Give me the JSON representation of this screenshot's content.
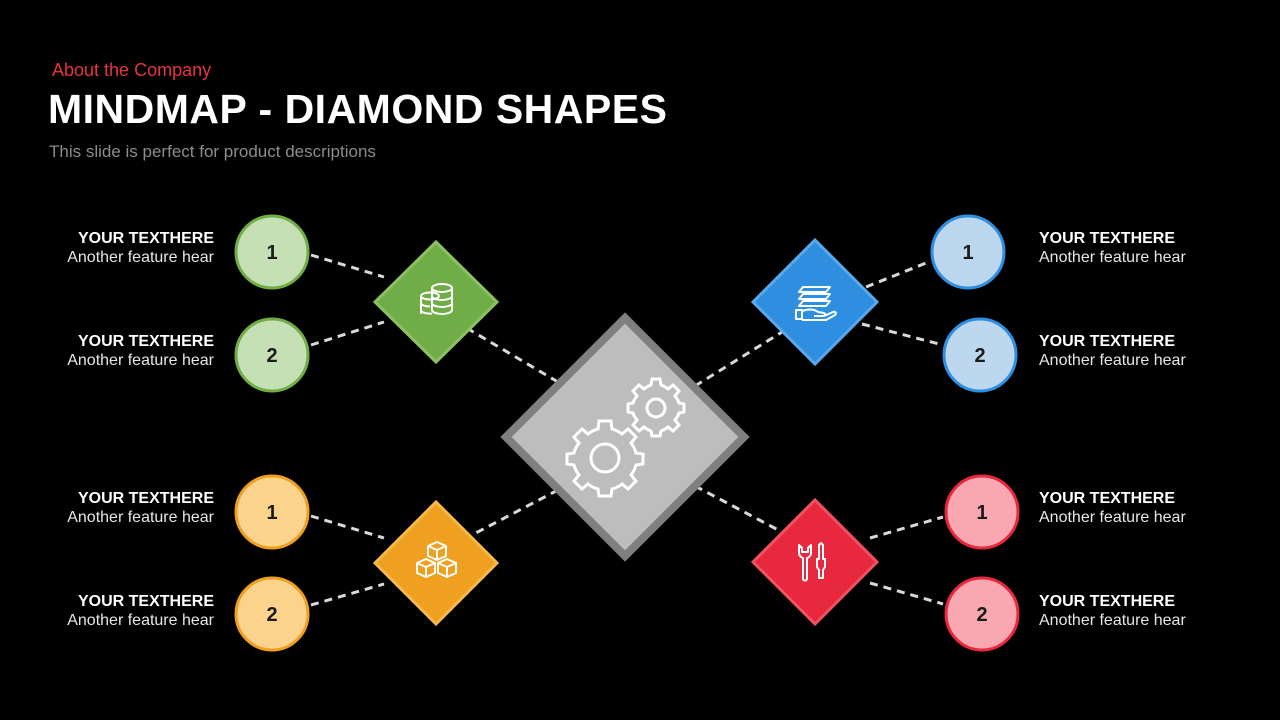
{
  "slide": {
    "kicker": "About  the Company",
    "title": "MINDMAP - DIAMOND SHAPES",
    "subtitle": "This slide is perfect for product descriptions"
  },
  "center": {
    "icon": "gears-icon",
    "fill": "#bdbdbd",
    "border": "#7f7f7f"
  },
  "branches": [
    {
      "id": "top-left",
      "icon": "coins-stack-icon",
      "fill": "#70ad47",
      "border": "#8cc163",
      "circle_fill": "#c5e0b4",
      "circle_border": "#70ad47",
      "items": [
        {
          "number": "1",
          "heading": "YOUR TEXTHERE",
          "text": "Another feature hear"
        },
        {
          "number": "2",
          "heading": "YOUR TEXTHERE",
          "text": "Another feature hear"
        }
      ]
    },
    {
      "id": "top-right",
      "icon": "hand-cash-icon",
      "fill": "#2e8ee0",
      "border": "#5aa8ee",
      "circle_fill": "#bdd7ee",
      "circle_border": "#2e8ee0",
      "items": [
        {
          "number": "1",
          "heading": "YOUR TEXTHERE",
          "text": "Another feature hear"
        },
        {
          "number": "2",
          "heading": "YOUR TEXTHERE",
          "text": "Another feature hear"
        }
      ]
    },
    {
      "id": "bottom-left",
      "icon": "boxes-icon",
      "fill": "#f0a020",
      "border": "#f5b84a",
      "circle_fill": "#fbd38d",
      "circle_border": "#f0a020",
      "items": [
        {
          "number": "1",
          "heading": "YOUR TEXTHERE",
          "text": "Another feature hear"
        },
        {
          "number": "2",
          "heading": "YOUR TEXTHERE",
          "text": "Another feature hear"
        }
      ]
    },
    {
      "id": "bottom-right",
      "icon": "tools-icon",
      "fill": "#e8283e",
      "border": "#f0525f",
      "circle_fill": "#f9a8b2",
      "circle_border": "#e8283e",
      "items": [
        {
          "number": "1",
          "heading": "YOUR TEXTHERE",
          "text": "Another feature hear"
        },
        {
          "number": "2",
          "heading": "YOUR TEXTHERE",
          "text": "Another feature hear"
        }
      ]
    }
  ]
}
